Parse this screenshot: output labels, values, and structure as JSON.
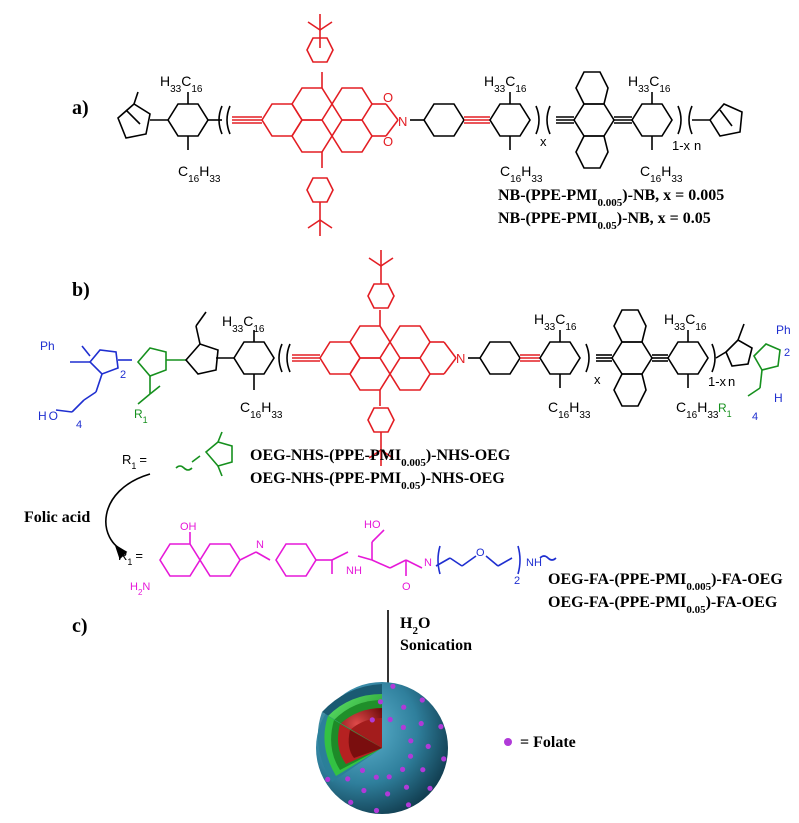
{
  "panels": {
    "a": "a)",
    "b": "b)",
    "c": "c)"
  },
  "panel_a": {
    "compound_1": "NB-(PPE-PMI",
    "compound_1_sub": "0.005",
    "compound_1_tail": ")-NB, x = 0.005",
    "compound_2": "NB-(PPE-PMI",
    "compound_2_sub": "0.05",
    "compound_2_tail": ")-NB, x = 0.05",
    "alkyl_top": "H",
    "alkyl_top_sub1": "33",
    "alkyl_top_mid": "C",
    "alkyl_top_sub2": "16",
    "alkyl_bottom": "C",
    "alkyl_bottom_sub1": "16",
    "alkyl_bottom_mid": "H",
    "alkyl_bottom_sub2": "33",
    "ring_O": "O",
    "ring_N": "N",
    "idx_x": "x",
    "idx_1x": "1-x",
    "idx_n": "n"
  },
  "panel_b": {
    "ph": "Ph",
    "idx_2": "2",
    "idx_4": "4",
    "r1": "R",
    "r1_sub": "1",
    "h_label": "H",
    "o_label": "O"
  },
  "r1_definitions": {
    "r1_label": "R",
    "r1_label_sub": "1",
    "equals": "=",
    "nhs_1": "OEG-NHS-(PPE-PMI",
    "nhs_1_sub": "0.005",
    "nhs_1_tail": ")-NHS-OEG",
    "nhs_2": "OEG-NHS-(PPE-PMI",
    "nhs_2_sub": "0.05",
    "nhs_2_tail": ")-NHS-OEG",
    "folic_acid": "Folic acid",
    "fa_1": "OEG-FA-(PPE-PMI",
    "fa_1_sub": "0.005",
    "fa_1_tail": ")-FA-OEG",
    "fa_2": "OEG-FA-(PPE-PMI",
    "fa_2_sub": "0.05",
    "fa_2_tail": ")-FA-OEG",
    "fa_oh": "OH",
    "fa_h2n": "H",
    "fa_h2n_sub": "2",
    "fa_h2n_tail": "N",
    "fa_n": "N",
    "fa_h": "H",
    "fa_o": "O",
    "fa_ho": "HO",
    "fa_idx2": "2"
  },
  "process": {
    "water": "H",
    "water_sub": "2",
    "water_tail": "O",
    "sonication": "Sonication"
  },
  "legend": {
    "folate": "= Folate"
  },
  "colors": {
    "pmi": "#e31e24",
    "backbone": "#000000",
    "peg_block": "#1f2fd0",
    "nhs_block": "#16901e",
    "folate": "#e619d8",
    "shell_outer": "#2f7f9c",
    "shell_mid": "#27b239",
    "core": "#8e1515",
    "folate_dot": "#b03ad8"
  }
}
